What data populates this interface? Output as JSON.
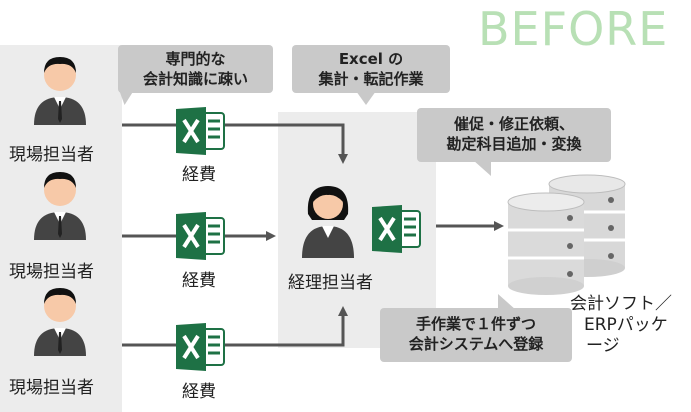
{
  "heading": "BEFORE",
  "staff_label": "現場担当者",
  "expense_label": "経費",
  "accountant_label": "経理担当者",
  "system_label_line1": "会計ソフト／",
  "system_label_line2": "ERPパッケ",
  "system_label_line3": "ージ",
  "bubbles": {
    "knowledge_line1": "専門的な",
    "knowledge_line2": "会計知識に疎い",
    "excel_line1": "Excel の",
    "excel_line2": "集計・転記作業",
    "request_line1": "催促・修正依頼、",
    "request_line2": "勘定科目追加・変換",
    "manual_line1": "手作業で１件ずつ",
    "manual_line2": "会計システムへ登録"
  },
  "colors": {
    "excel_green": "#1e7145",
    "arrow_gray": "#555555",
    "bubble_gray": "#c9c9c9",
    "heading_green": "#b8e0b5"
  }
}
